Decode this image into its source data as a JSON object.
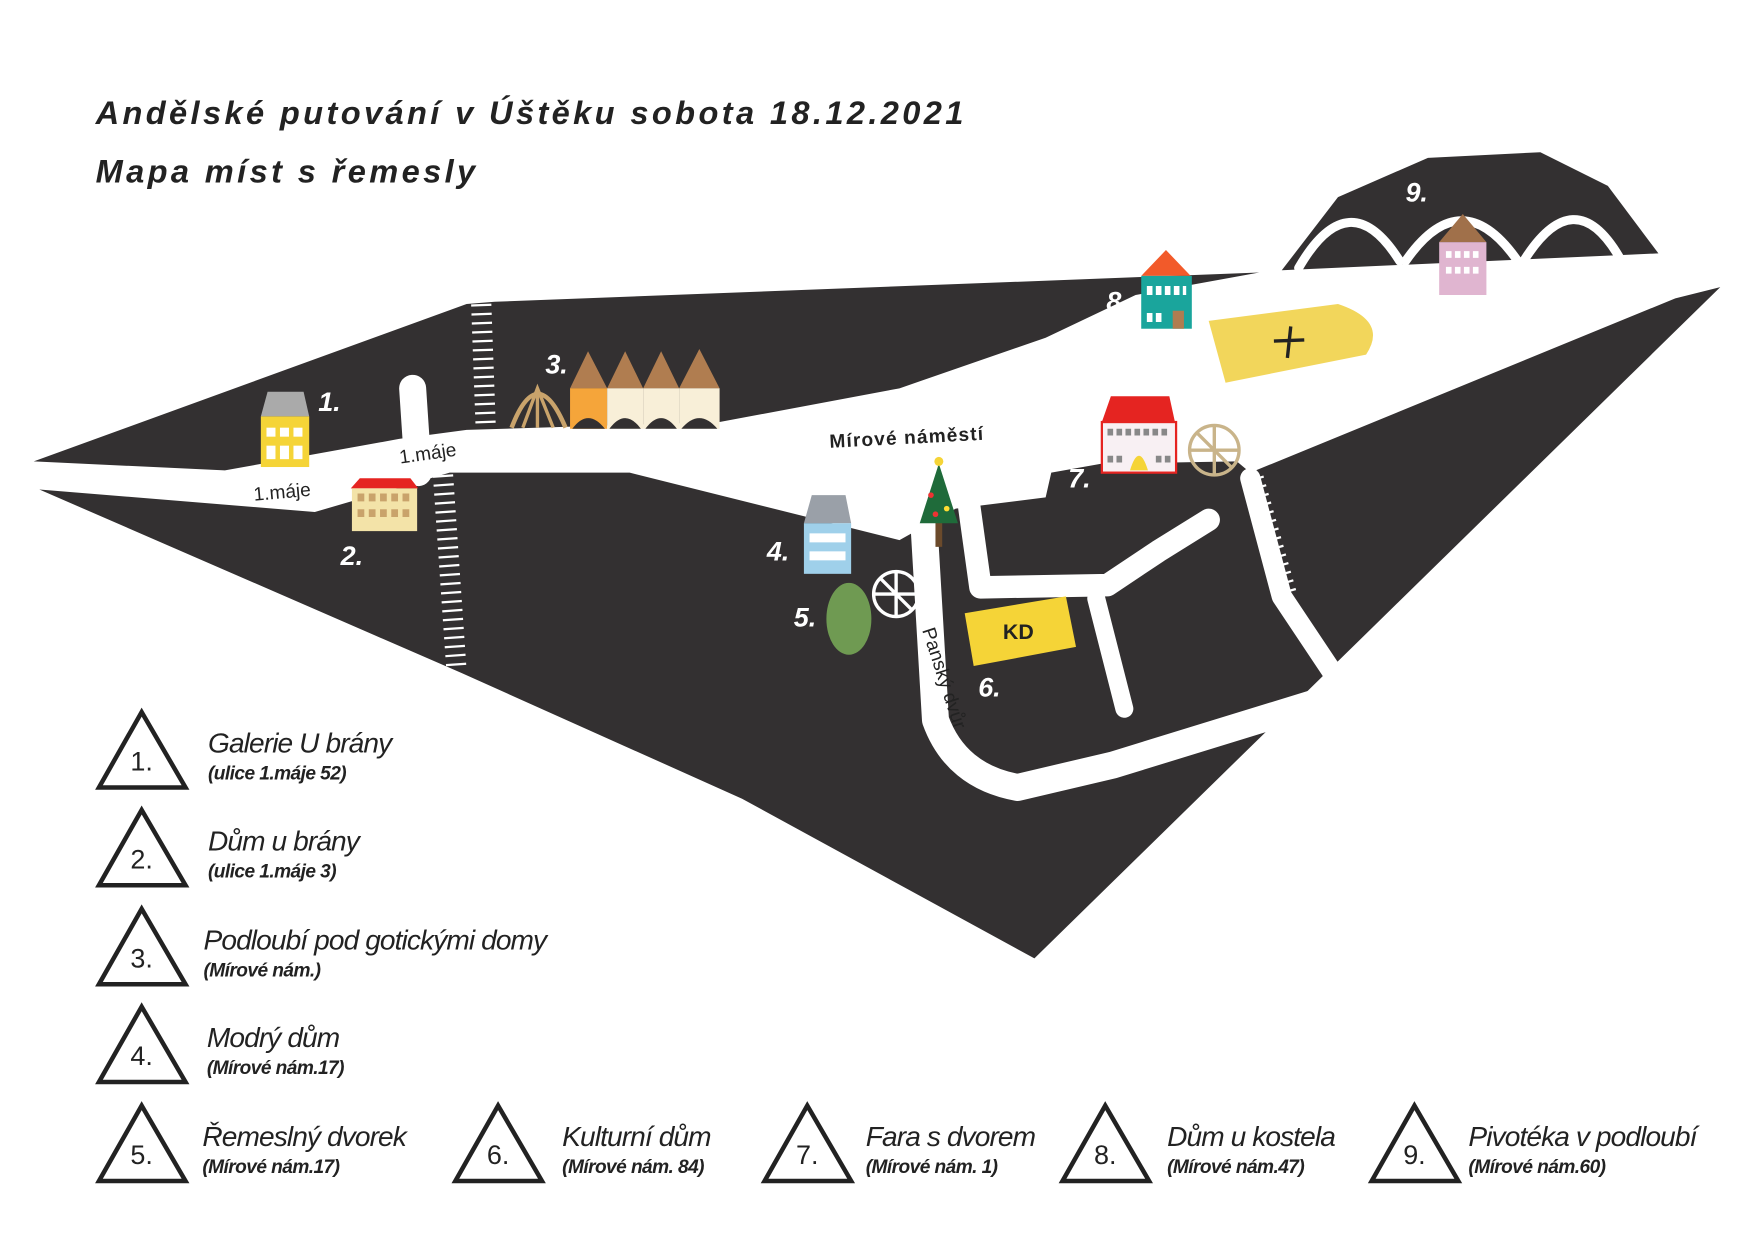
{
  "title": {
    "line1": "Andělské putování v Úštěku sobota 18.12.2021",
    "line2": "Mapa míst s řemesly"
  },
  "map": {
    "streets": {
      "maje_lower": "1.máje",
      "maje_upper": "1.máje",
      "square": "Mírové náměstí",
      "pansky": "Panský dvůr"
    },
    "kd_label": "KD",
    "markers": [
      "1.",
      "2.",
      "3.",
      "4.",
      "5.",
      "6.",
      "7.",
      "8.",
      "9."
    ],
    "colors": {
      "ground": "#333031",
      "road": "#ffffff",
      "church": "#f2d65b",
      "kd": "#f5d437",
      "garden": "#6f9a52"
    }
  },
  "legend": [
    {
      "num": "1.",
      "name": "Galerie U brány",
      "address": "(ulice 1.máje 52)"
    },
    {
      "num": "2.",
      "name": "Dům u brány",
      "address": "(ulice 1.máje 3)"
    },
    {
      "num": "3.",
      "name": "Podloubí pod gotickými domy",
      "address": "(Mírové nám.)"
    },
    {
      "num": "4.",
      "name": "Modrý dům",
      "address": "(Mírové nám.17)"
    },
    {
      "num": "5.",
      "name": "Řemeslný dvorek",
      "address": "(Mírové nám.17)"
    },
    {
      "num": "6.",
      "name": "Kulturní dům",
      "address": "(Mírové nám. 84)"
    },
    {
      "num": "7.",
      "name": "Fara s dvorem",
      "address": "(Mírové nám. 1)"
    },
    {
      "num": "8.",
      "name": "Dům u kostela",
      "address": "(Mírové nám.47)"
    },
    {
      "num": "9.",
      "name": "Pivotéka v podloubí",
      "address": "(Mírové nám.60)"
    }
  ]
}
